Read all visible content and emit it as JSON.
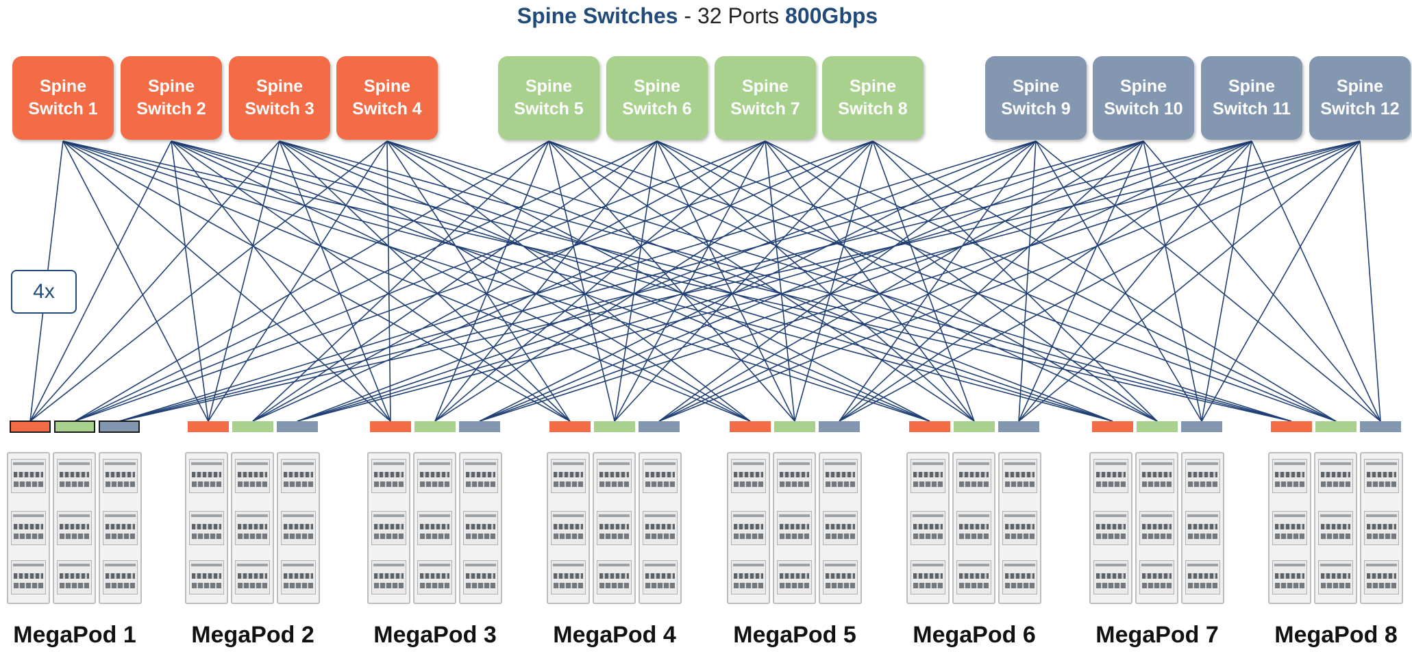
{
  "title": {
    "strong": "Spine Switches",
    "rest": " - 32 Ports ",
    "speed": "800Gbps"
  },
  "multiplier_label": "4x",
  "colors": {
    "group1": "#f36c46",
    "group2": "#a9d18e",
    "group3": "#8497b0",
    "wire": "#1f3f74",
    "title_accent": "#1f4a7a"
  },
  "spines": [
    {
      "label": "Spine Switch 1",
      "group": 1
    },
    {
      "label": "Spine Switch 2",
      "group": 1
    },
    {
      "label": "Spine Switch 3",
      "group": 1
    },
    {
      "label": "Spine Switch 4",
      "group": 1
    },
    {
      "label": "Spine Switch 5",
      "group": 2
    },
    {
      "label": "Spine Switch 6",
      "group": 2
    },
    {
      "label": "Spine Switch 7",
      "group": 2
    },
    {
      "label": "Spine Switch 8",
      "group": 2
    },
    {
      "label": "Spine Switch 9",
      "group": 3
    },
    {
      "label": "Spine Switch 10",
      "group": 3
    },
    {
      "label": "Spine Switch 11",
      "group": 3
    },
    {
      "label": "Spine Switch 12",
      "group": 3
    }
  ],
  "megapods": [
    {
      "label": "MegaPod 1"
    },
    {
      "label": "MegaPod 2"
    },
    {
      "label": "MegaPod 3"
    },
    {
      "label": "MegaPod 4"
    },
    {
      "label": "MegaPod 5"
    },
    {
      "label": "MegaPod 6"
    },
    {
      "label": "MegaPod 7"
    },
    {
      "label": "MegaPod 8"
    }
  ]
}
